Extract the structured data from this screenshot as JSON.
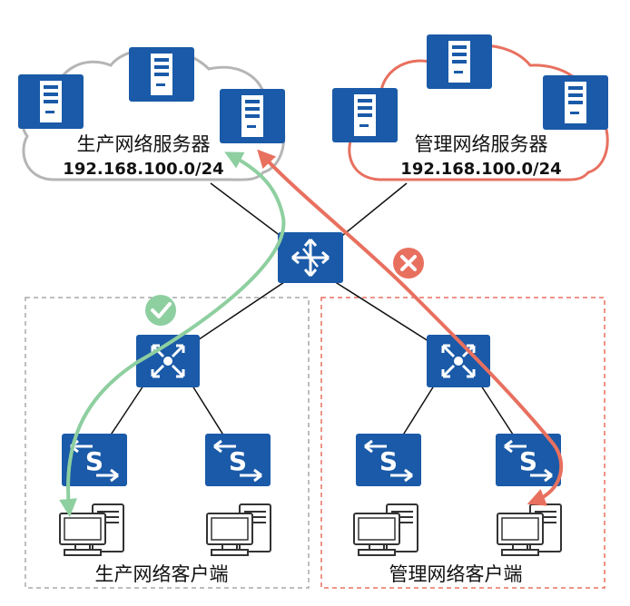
{
  "clouds": {
    "production": {
      "title": "生产网络服务器",
      "subnet": "192.168.100.0/24"
    },
    "management": {
      "title": "管理网络服务器",
      "subnet": "192.168.100.0/24"
    }
  },
  "zones": {
    "production_clients": {
      "label": "生产网络客户端"
    },
    "management_clients": {
      "label": "管理网络客户端"
    }
  },
  "devices": {
    "router": "router-icon",
    "core_switch": "layer3-switch-icon",
    "access_switch": "access-switch-icon",
    "server": "server-icon",
    "client": "computer-icon"
  },
  "paths": {
    "allowed": {
      "status": "allowed",
      "icon": "checkmark-icon"
    },
    "blocked": {
      "status": "blocked",
      "icon": "cross-icon"
    }
  },
  "colors": {
    "device_blue": "#1a5aa8",
    "allowed_green": "#8ecfa0",
    "blocked_red": "#e8705f",
    "production_cloud_stroke": "#b5b5b5",
    "management_cloud_stroke": "#e8705f",
    "link_line": "#111111"
  }
}
